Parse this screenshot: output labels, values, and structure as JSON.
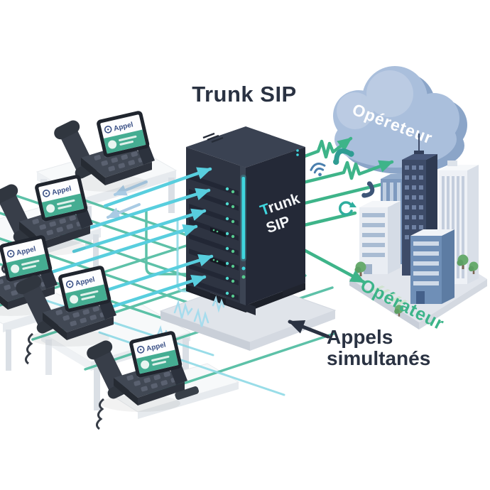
{
  "title": "Trunk SIP",
  "cloud": {
    "label": "Opéreteur"
  },
  "server_rack": {
    "label_t": "T",
    "label_runk": "runk",
    "label_sip": "SIP"
  },
  "operator_destination": {
    "label": "Opérateur"
  },
  "annotation": {
    "line1": "Appels",
    "line2": "simultanés"
  },
  "phones": [
    {
      "screen_label": "Appel"
    },
    {
      "screen_label": "Appel"
    },
    {
      "screen_label": "Appel"
    },
    {
      "screen_label": "Appel"
    },
    {
      "screen_label": "Appel"
    }
  ],
  "icons": {
    "between_server_and_cloud": [
      "phone-handset-icon",
      "wifi-signal-icon",
      "incoming-call-icon",
      "sync-arrows-icon"
    ]
  },
  "colors": {
    "title_text": "#2a3242",
    "cloud_fill": "#a9bedb",
    "cloud_text": "#ffffff",
    "server_body": "#2e3442",
    "server_accent": "#3fd6de",
    "arrow_green": "#3eb489",
    "arrow_cyan": "#58cede",
    "mesh_teal": "#4cbb9f",
    "operator_text": "#3cb489",
    "annotation_text": "#2a3242",
    "phone_screen_banner": "#45ad92"
  }
}
